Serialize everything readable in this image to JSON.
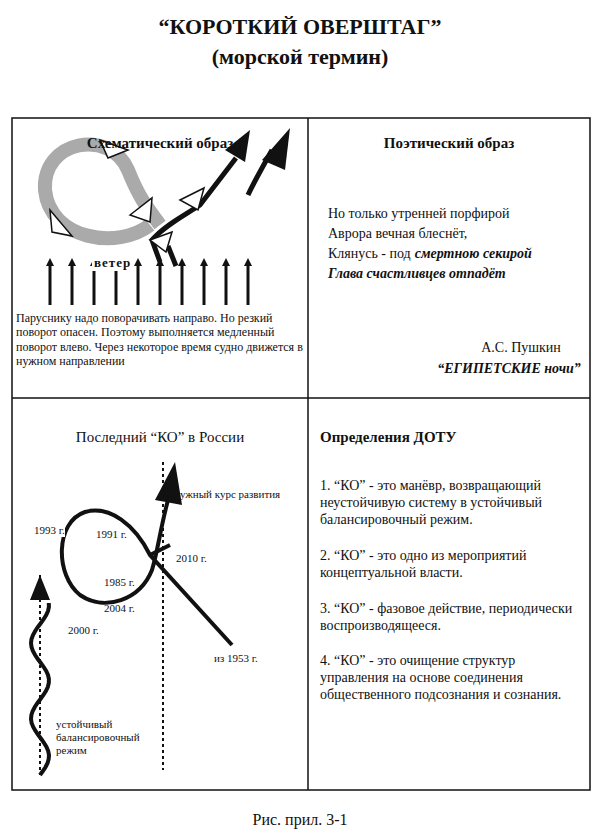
{
  "diagram": {
    "title": "“КОРОТКИЙ ОВЕРШТАГ” (морской термин)",
    "caption": "Рис. прил. 3-1",
    "nodes": [
      {
        "text": [
          "Схематический образ",
          "Паруснику надо поворачивать направо. Но резкий поворот опасен. Поэтому выполняется медленный поворот влево. Через некоторое время судно движется в нужном направлении"
        ]
      },
      {
        "text": [
          "Поэтический образ",
          "Но только утренней порфирой",
          "Аврора вечная блеснёт,",
          "Клянусь - под",
          "смертною секирой",
          "Глава счастливцев отпадёт",
          "А.С. Пушкин",
          "“ЕГИПЕТСКИЕ ночи”"
        ]
      },
      {
        "text": [
          "Последний “КО” в России"
        ]
      },
      {
        "text": [
          "Определения ДОТУ",
          "1. “КО” - это манёвр, возвращающий неустойчивую систему в устойчивый балансировочный режим.",
          "2. “КО” - это одно из мероприятий концептуальной власти.",
          "3. “КО” - фазовое действие, периодически воспроизводящееся.",
          "4. “КО” - это очищение структур управления на основе соединения общественного подсознания и сознания."
        ]
      }
    ],
    "labels": [
      "ветер",
      "нужный курс развития",
      "1993 г.",
      "1991 г.",
      "2010 г.",
      "1985 г.",
      "2004 г.",
      "2000 г.",
      "из 1953 г.",
      "устойчивый балансировочный режим"
    ]
  }
}
